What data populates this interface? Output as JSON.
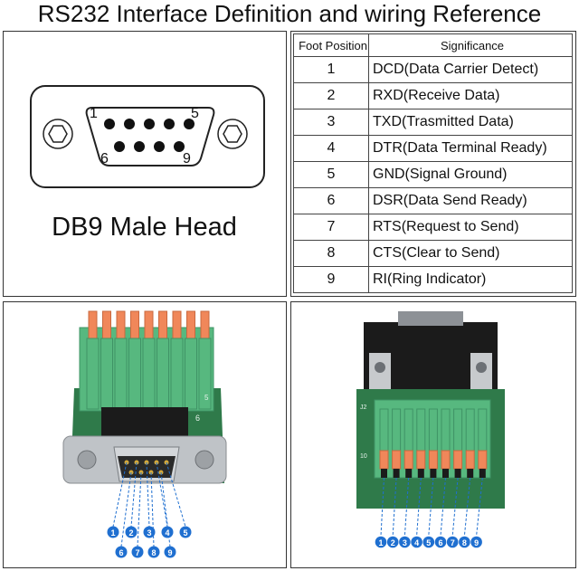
{
  "title": "RS232 Interface Definition and wiring Reference",
  "connector": {
    "caption": "DB9 Male Head",
    "pin_label_first": "1",
    "pin_label_fifth": "5",
    "pin_label_sixth": "6",
    "pin_label_ninth": "9"
  },
  "table": {
    "headers": [
      "Foot Position",
      "Significance"
    ],
    "rows": [
      {
        "pos": "1",
        "sig": "DCD(Data Carrier Detect)"
      },
      {
        "pos": "2",
        "sig": "RXD(Receive Data)"
      },
      {
        "pos": "3",
        "sig": "TXD(Trasmitted Data)"
      },
      {
        "pos": "4",
        "sig": "DTR(Data Terminal Ready)"
      },
      {
        "pos": "5",
        "sig": "GND(Signal Ground)"
      },
      {
        "pos": "6",
        "sig": "DSR(Data Send Ready)"
      },
      {
        "pos": "7",
        "sig": "RTS(Request to Send)"
      },
      {
        "pos": "8",
        "sig": "CTS(Clear to Send)"
      },
      {
        "pos": "9",
        "sig": "RI(Ring Indicator)"
      }
    ]
  },
  "photo_left": {
    "board_label_top": "5",
    "board_label_bottom": "6",
    "top_row_badges": [
      "1",
      "2",
      "3",
      "4",
      "5"
    ],
    "bottom_row_badges": [
      "6",
      "7",
      "8",
      "9"
    ]
  },
  "photo_right": {
    "board_label_j2": "J2",
    "board_label_side": "10",
    "badges": [
      "1",
      "2",
      "3",
      "4",
      "5",
      "6",
      "7",
      "8",
      "9"
    ]
  },
  "colors": {
    "terminal_green": "#57b87f",
    "lever_orange": "#f0875a",
    "pcb_green": "#2f7a4a",
    "badge_blue": "#1f6fd0",
    "metal": "#bfc3c7",
    "connector_black": "#1b1b1b"
  }
}
